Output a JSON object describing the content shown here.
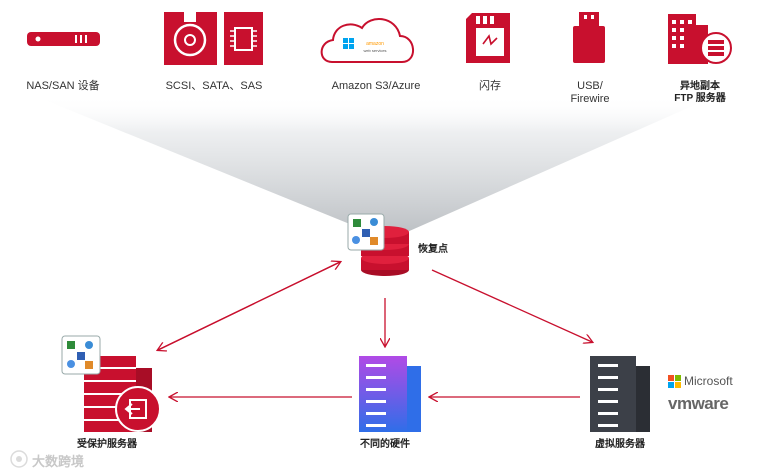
{
  "storage_targets": [
    {
      "id": "nas",
      "icon": "nas-san-device-icon",
      "label": "NAS/SAN 设备"
    },
    {
      "id": "scsi",
      "icon": "disk-and-chip-icon",
      "label": "SCSI、SATA、SAS"
    },
    {
      "id": "cloud",
      "icon": "cloud-icon",
      "label": "Amazon S3/Azure",
      "cloud_logos": [
        "amazon",
        "web services"
      ]
    },
    {
      "id": "flash",
      "icon": "flash-card-icon",
      "label": "闪存"
    },
    {
      "id": "usb",
      "icon": "usb-drive-icon",
      "label_lines": [
        "USB/",
        "Firewire"
      ]
    },
    {
      "id": "ftp",
      "icon": "offsite-ftp-server-icon",
      "label_lines": [
        "异地副本",
        "FTP 服务器"
      ]
    }
  ],
  "recovery_point": {
    "label": "恢复点",
    "icon": "recovery-point-database-icon"
  },
  "nodes": [
    {
      "id": "protected",
      "label": "受保护服务器",
      "icon": "protected-server-icon"
    },
    {
      "id": "hardware",
      "label": "不同的硬件",
      "icon": "different-hardware-server-icon"
    },
    {
      "id": "virtual",
      "label": "虚拟服务器",
      "icon": "virtual-server-icon"
    }
  ],
  "brands": {
    "microsoft": "Microsoft",
    "vmware": "vmware"
  },
  "watermark": "大数跨境",
  "colors": {
    "red": "#c8102e",
    "dark": "#3c4048",
    "purple": "#7b3fe4",
    "blue": "#3a6fe6",
    "cone": "#d9dcdf"
  }
}
